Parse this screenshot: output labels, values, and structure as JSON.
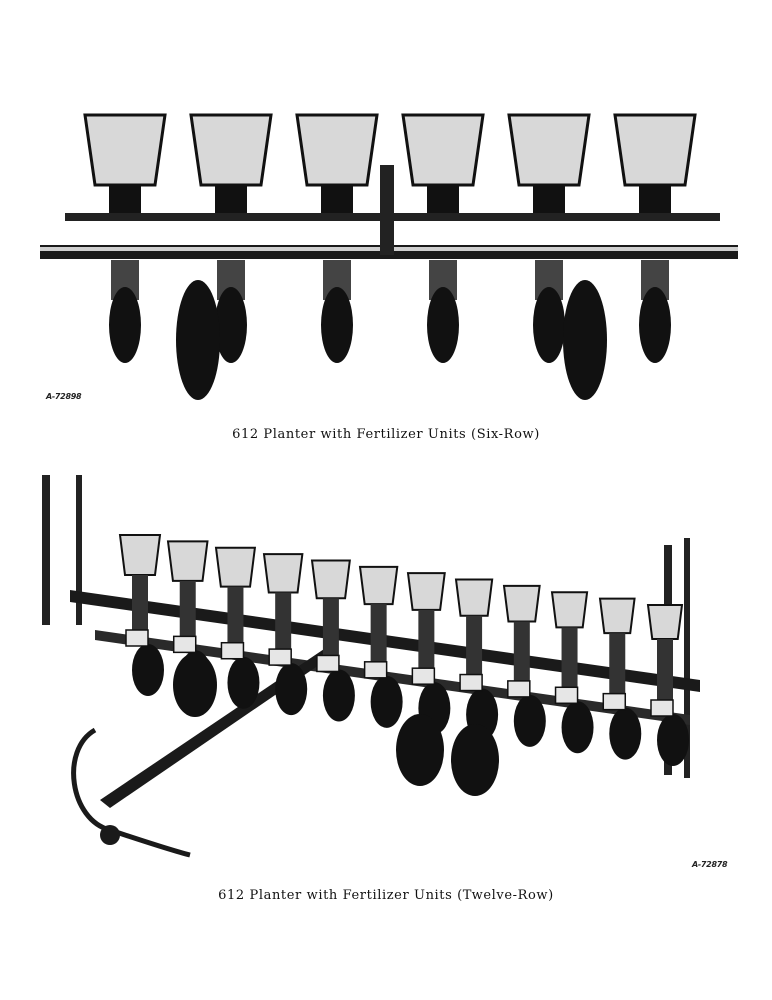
{
  "figures": [
    {
      "id_label": "A-72898",
      "caption": "612 Planter with Fertilizer Units (Six-Row)",
      "row_count": 6
    },
    {
      "id_label": "A-72878",
      "caption": "612 Planter with Fertilizer Units (Twelve-Row)",
      "row_count": 12
    }
  ],
  "colors": {
    "ink": "#111111",
    "hopper": "#d8d8d8",
    "paper": "#ffffff"
  }
}
